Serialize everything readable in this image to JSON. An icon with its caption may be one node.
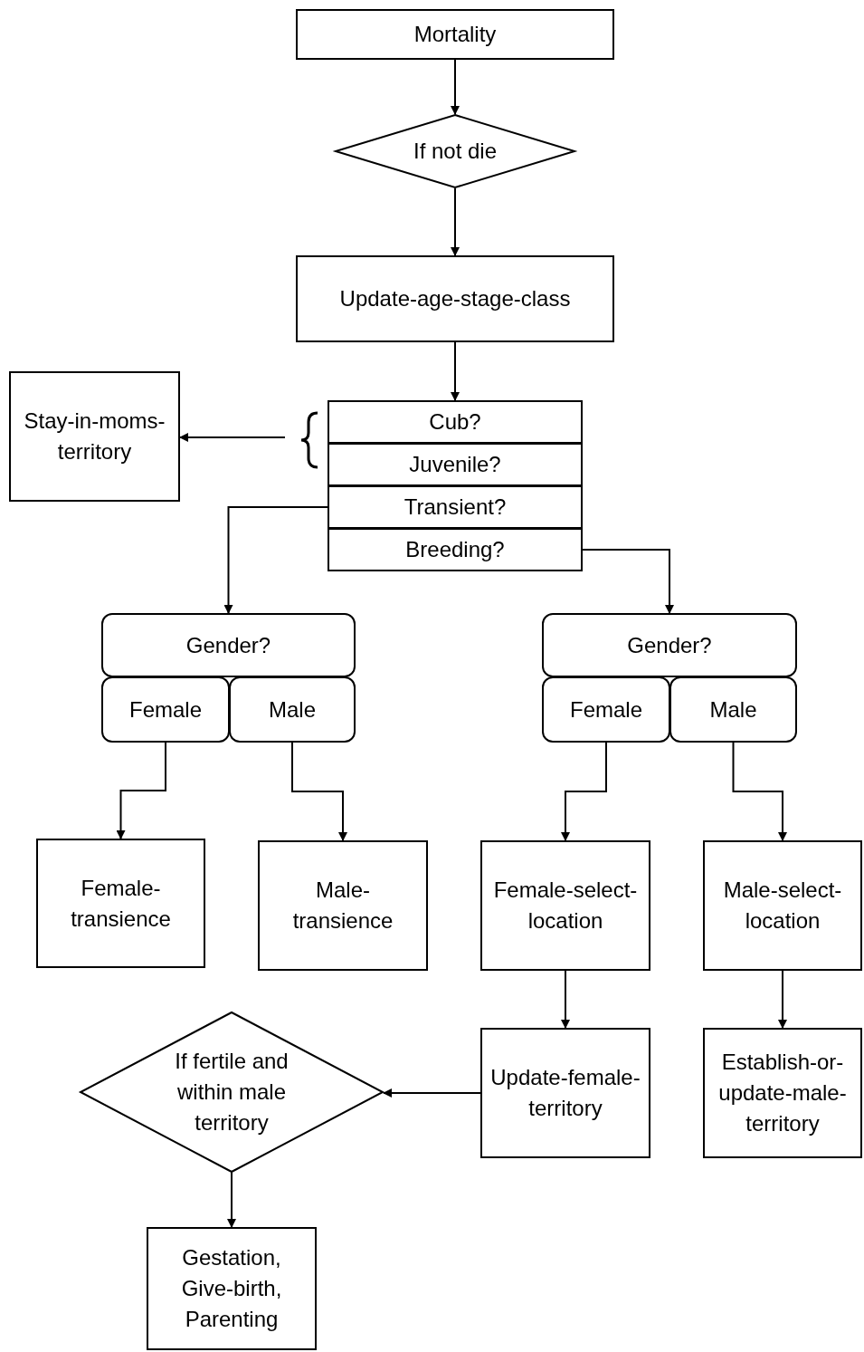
{
  "diagram": {
    "nodes": [
      {
        "text": [
          "Mortality"
        ]
      },
      {
        "text": [
          "If not die"
        ]
      },
      {
        "text": [
          "Update-age-stage-class"
        ]
      },
      {
        "text": [
          "Stay-in-moms-territory"
        ]
      },
      {
        "text": [
          "Cub?"
        ]
      },
      {
        "text": [
          "Juvenile?"
        ]
      },
      {
        "text": [
          "Transient?"
        ]
      },
      {
        "text": [
          "Breeding?"
        ]
      },
      {
        "text": [
          "Gender?"
        ]
      },
      {
        "text": [
          "Female"
        ]
      },
      {
        "text": [
          "Male"
        ]
      },
      {
        "text": [
          "Gender?"
        ]
      },
      {
        "text": [
          "Female"
        ]
      },
      {
        "text": [
          "Male"
        ]
      },
      {
        "text": [
          "Female-transience"
        ]
      },
      {
        "text": [
          "Male-transience"
        ]
      },
      {
        "text": [
          "Female-select-location"
        ]
      },
      {
        "text": [
          "Male-select-location"
        ]
      },
      {
        "text": [
          "Update-female-territory"
        ]
      },
      {
        "text": [
          "Establish-or-update-male-territory"
        ]
      },
      {
        "text": [
          "If fertile and within male territory"
        ]
      },
      {
        "text": [
          "Gestation, Give-birth, Parenting"
        ]
      }
    ],
    "edges": [
      {
        "from": 0,
        "to": 1,
        "arrow": "to"
      },
      {
        "from": 1,
        "to": 2,
        "arrow": "to"
      },
      {
        "from": 2,
        "to": 4,
        "arrow": "to"
      },
      {
        "from": 4,
        "to": 3,
        "arrow": "to"
      },
      {
        "from": 5,
        "to": 3,
        "arrow": "to"
      },
      {
        "from": 6,
        "to": 8,
        "arrow": "to"
      },
      {
        "from": 7,
        "to": 11,
        "arrow": "to"
      },
      {
        "from": 9,
        "to": 14,
        "arrow": "to"
      },
      {
        "from": 10,
        "to": 15,
        "arrow": "to"
      },
      {
        "from": 12,
        "to": 16,
        "arrow": "to"
      },
      {
        "from": 13,
        "to": 17,
        "arrow": "to"
      },
      {
        "from": 16,
        "to": 18,
        "arrow": "to"
      },
      {
        "from": 17,
        "to": 19,
        "arrow": "to"
      },
      {
        "from": 18,
        "to": 20,
        "arrow": "to"
      },
      {
        "from": 20,
        "to": 21,
        "arrow": "to"
      }
    ]
  }
}
